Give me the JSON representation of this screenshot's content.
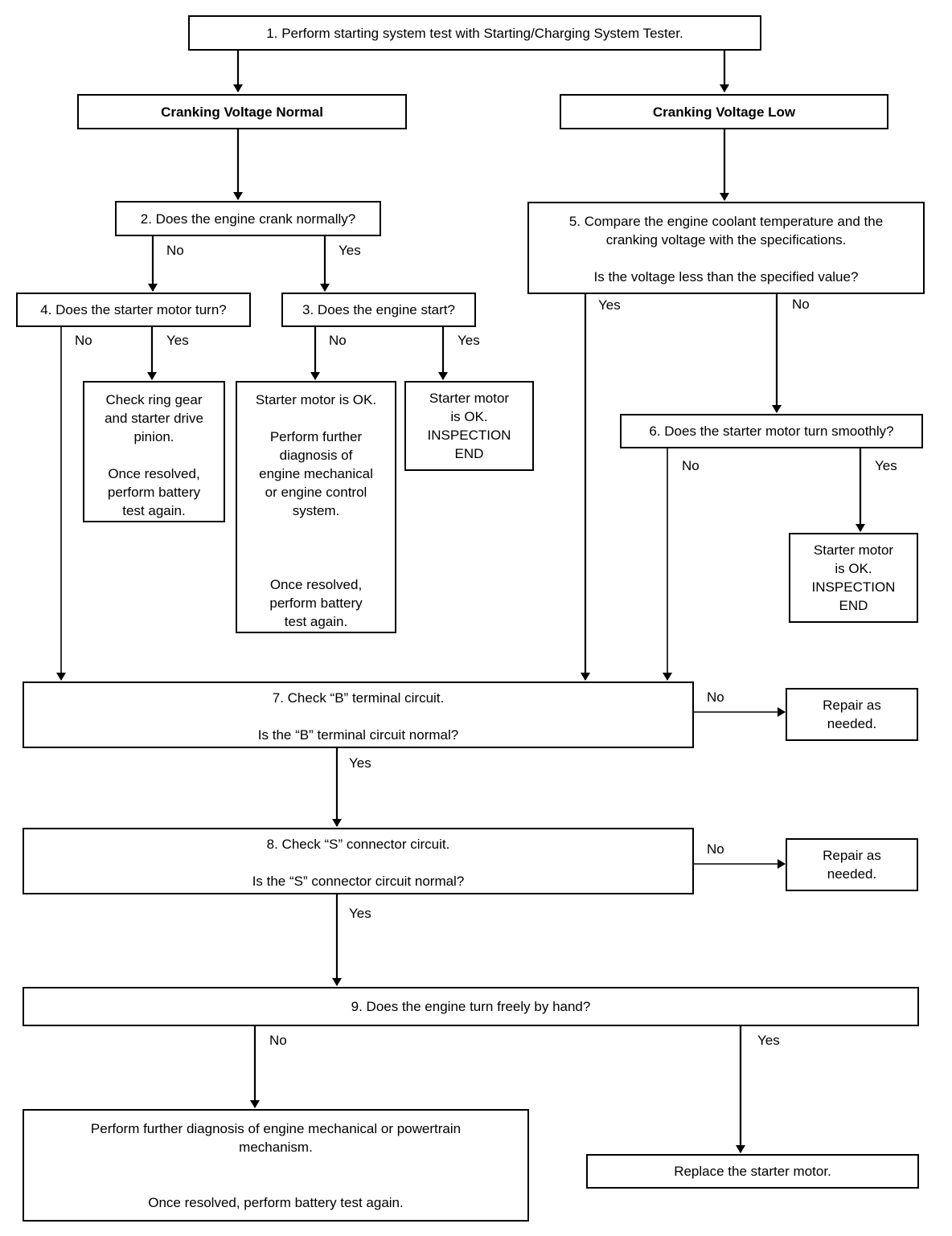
{
  "nodes": {
    "step1": "1. Perform starting system test with Starting/Charging System Tester.",
    "normal": "Cranking Voltage Normal",
    "low": "Cranking Voltage Low",
    "step2": "2. Does the engine crank normally?",
    "step5": {
      "line1": "5. Compare the engine coolant temperature and the",
      "line2": "cranking voltage with the specifications.",
      "line3": "Is the voltage less than the specified value?"
    },
    "step4": "4. Does the starter motor turn?",
    "step3": "3. Does the engine start?",
    "ringgear": {
      "l1": "Check ring gear",
      "l2": "and starter drive",
      "l3": "pinion.",
      "l4": "Once resolved,",
      "l5": "perform battery",
      "l6": "test again."
    },
    "further": {
      "l1": "Starter motor is OK.",
      "l2": "Perform further",
      "l3": "diagnosis of",
      "l4": "engine mechanical",
      "l5": "or engine control",
      "l6": "system.",
      "l7": "Once resolved,",
      "l8": "perform battery",
      "l9": "test again."
    },
    "ok1": {
      "l1": "Starter motor",
      "l2": "is OK.",
      "l3": "INSPECTION",
      "l4": "END"
    },
    "step6": "6. Does the starter motor turn smoothly?",
    "ok2": {
      "l1": "Starter motor",
      "l2": "is OK.",
      "l3": "INSPECTION",
      "l4": "END"
    },
    "step7": {
      "l1": "7. Check “B” terminal circuit.",
      "l2": "Is the “B” terminal circuit normal?"
    },
    "repair1": {
      "l1": "Repair as",
      "l2": "needed."
    },
    "step8": {
      "l1": "8. Check “S” connector circuit.",
      "l2": "Is the “S” connector circuit normal?"
    },
    "repair2": {
      "l1": "Repair as",
      "l2": "needed."
    },
    "step9": "9. Does the engine turn freely by hand?",
    "mech": {
      "l1": "Perform further diagnosis of engine mechanical or powertrain",
      "l2": "mechanism.",
      "l3": "Once resolved, perform battery test again."
    },
    "replace": "Replace the starter motor."
  },
  "labels": {
    "yes": "Yes",
    "no": "No"
  }
}
